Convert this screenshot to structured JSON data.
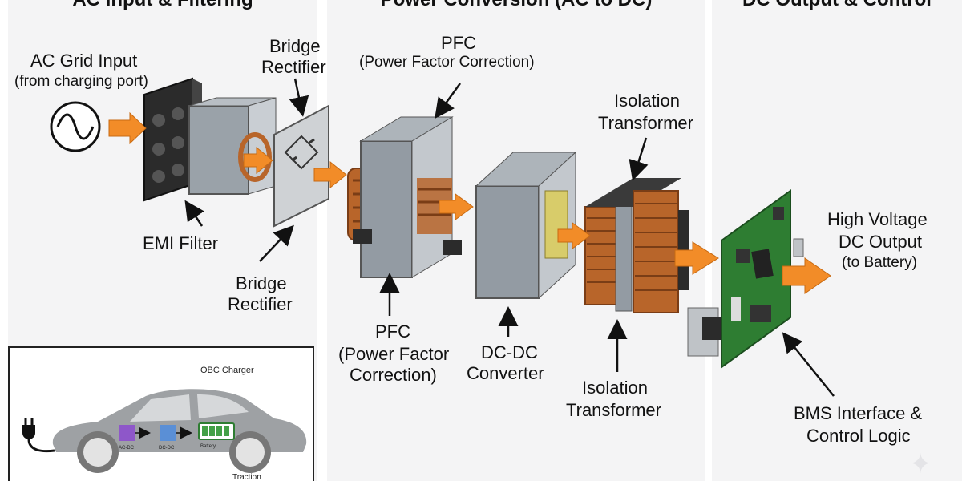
{
  "sections": [
    {
      "title": "AC Input & Filtering"
    },
    {
      "title": "Power Conversion (AC to DC)"
    },
    {
      "title": "DC Output & Control"
    }
  ],
  "labels": {
    "ac_grid_title": "AC Grid Input",
    "ac_grid_sub": "(from charging port)",
    "bridge_top_1": "Bridge",
    "bridge_top_2": "Rectifier",
    "emi_filter": "EMI Filter",
    "bridge_bottom_1": "Bridge",
    "bridge_bottom_2": "Rectifier",
    "pfc_top_1": "PFC",
    "pfc_top_2": "(Power Factor Correction)",
    "pfc_bottom_1": "PFC",
    "pfc_bottom_2": "(Power Factor",
    "pfc_bottom_3": "Correction)",
    "dcdc_1": "DC-DC",
    "dcdc_2": "Converter",
    "iso_top_1": "Isolation",
    "iso_top_2": "Transformer",
    "iso_bottom_1": "Isolation",
    "iso_bottom_2": "Transformer",
    "hv_1": "High Voltage",
    "hv_2": "DC Output",
    "hv_3": "(to Battery)",
    "bms_1": "BMS Interface &",
    "bms_2": "Control Logic"
  },
  "inset": {
    "title": "OBC Charger",
    "block_acdc": "AC-DC",
    "block_dcdc": "DC-DC",
    "block_battery": "Battery",
    "caption": "Traction"
  },
  "icons": [
    "ac-source-icon",
    "plug-icon",
    "sparkle-icon"
  ],
  "colors": {
    "arrow": "#f28c28",
    "copper": "#b8652a",
    "metal": "#8e969e",
    "pcb": "#2e7d32",
    "panel": "#f4f4f5"
  }
}
